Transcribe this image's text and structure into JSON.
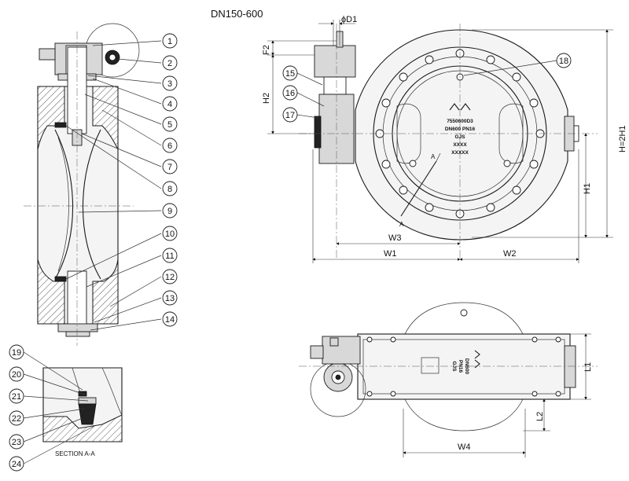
{
  "title": "DN150-600",
  "callouts": [
    "1",
    "2",
    "3",
    "4",
    "5",
    "6",
    "7",
    "8",
    "9",
    "10",
    "11",
    "12",
    "13",
    "14",
    "15",
    "16",
    "17",
    "18",
    "19",
    "20",
    "21",
    "22",
    "23",
    "24"
  ],
  "section_label": "SECTION A-A",
  "section_marks": [
    "A",
    "A"
  ],
  "dimensions": {
    "d1": "ϕD1",
    "f2": "F2",
    "h2": "H2",
    "h": "H=2H1",
    "h1": "H1",
    "w3": "W3",
    "w1": "W1",
    "w2": "W2",
    "l1": "L1",
    "l2": "L2",
    "w4": "W4"
  },
  "nameplate_front": [
    "7550600D3",
    "DN600 PN16",
    "GJS",
    "XXXX",
    "XXXXX"
  ],
  "nameplate_top": [
    "DN600",
    "PN16",
    "GJS"
  ]
}
